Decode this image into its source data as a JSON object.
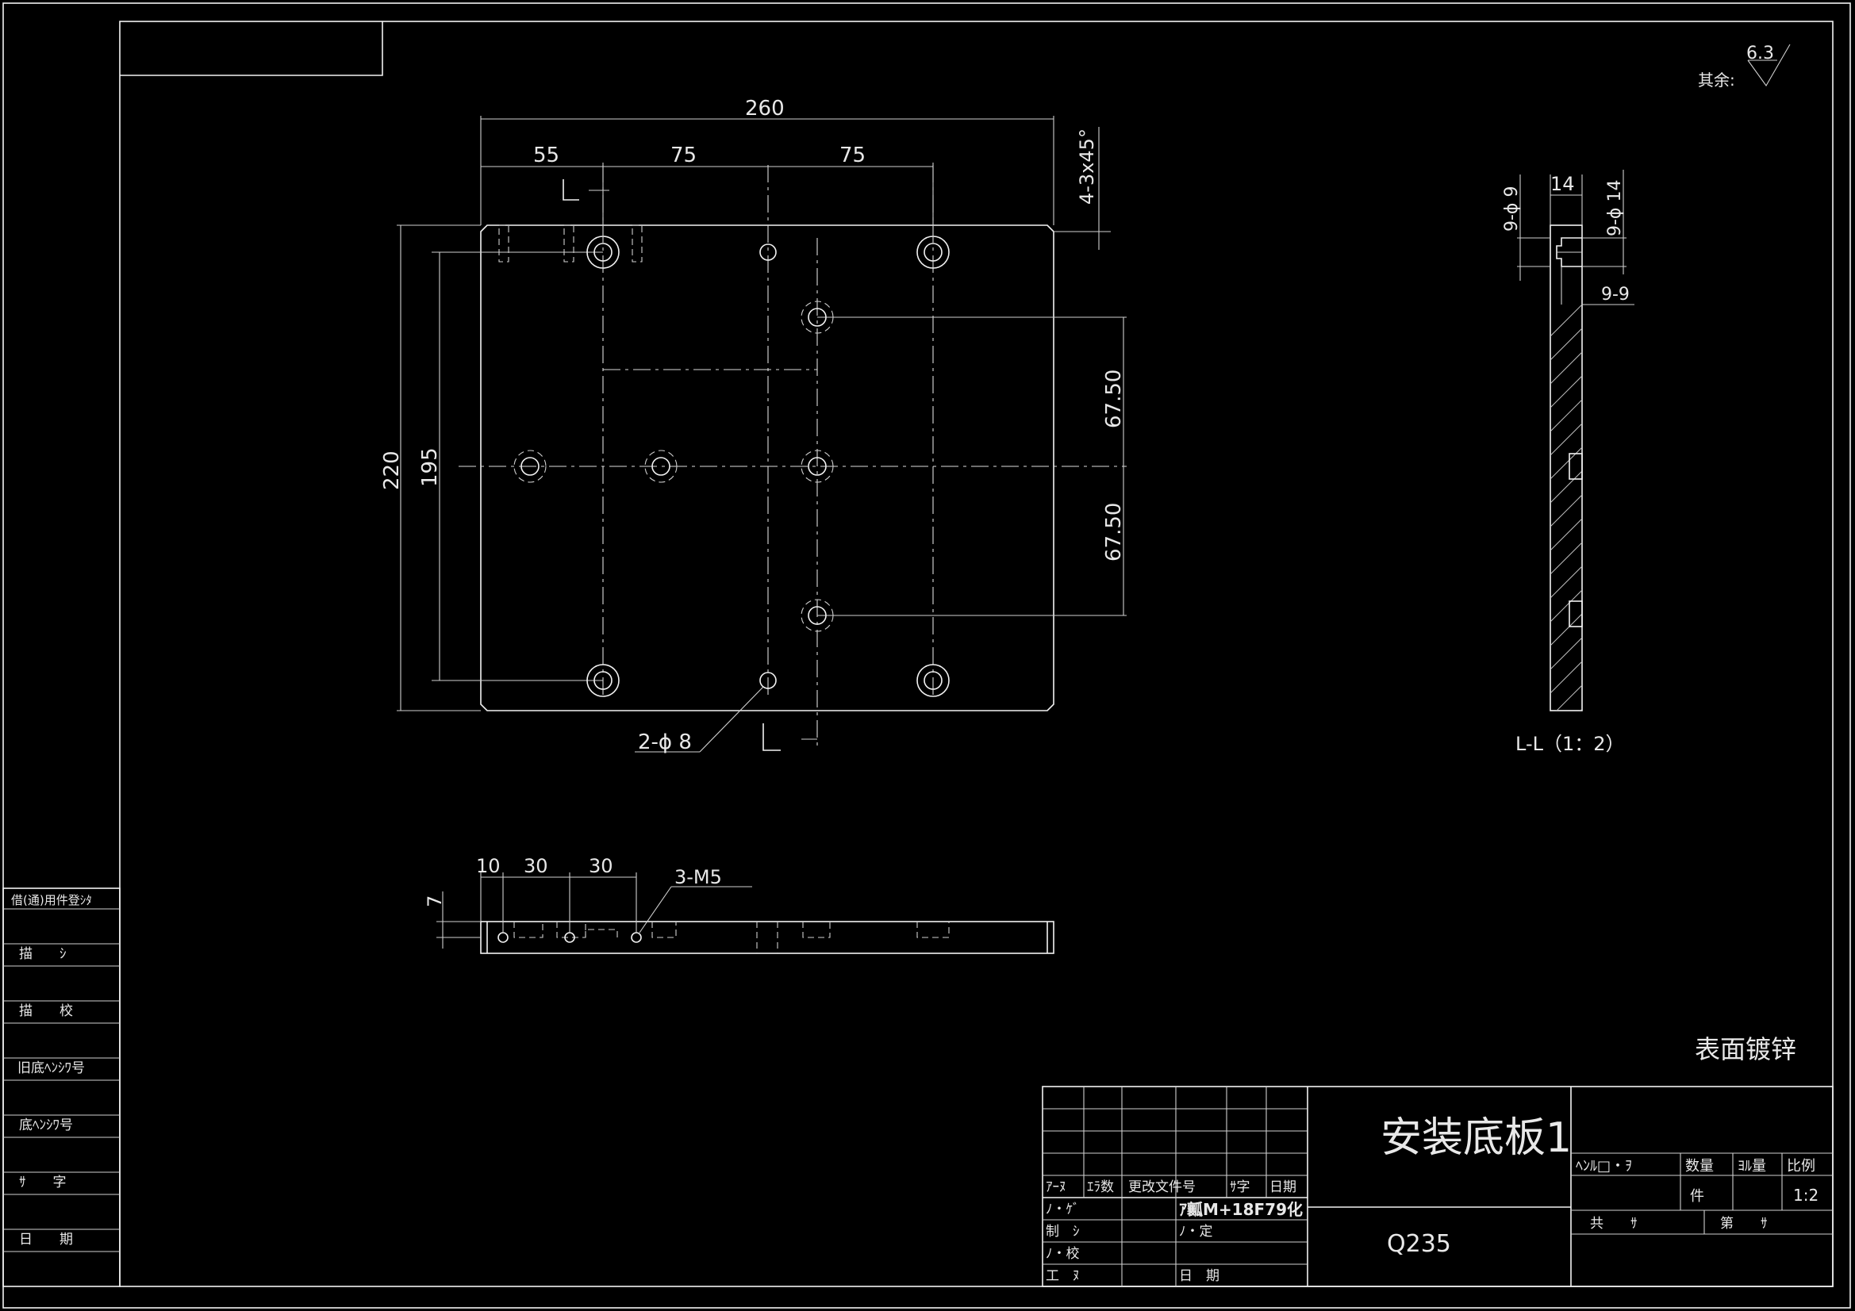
{
  "roughness": {
    "label": "其余:",
    "value": "6.3"
  },
  "plan_view": {
    "dims": {
      "overall_width": "260",
      "seg1": "55",
      "seg2": "75",
      "seg3": "75",
      "chamfer": "4-3x45°",
      "overall_height": "220",
      "hole_span": "195",
      "pitch_top": "67.50",
      "pitch_bottom": "67.50"
    },
    "pin_hole_callout": "2-ϕ 8",
    "section_mark": "L"
  },
  "section_view": {
    "dims": {
      "thickness": "14",
      "hole_a": "9-ϕ 9",
      "hole_b": "9-ϕ 14",
      "depth": "9-9"
    },
    "caption": "L-L（1：2）"
  },
  "front_view": {
    "dims": {
      "d1": "10",
      "d2": "30",
      "d3": "30",
      "d4": "7"
    },
    "thread_callout": "3-M5"
  },
  "surface_note": "表面镀锌",
  "left_strip": {
    "items": [
      "借(通)用件登ｼﾀ",
      "描　　ｼ",
      "描　　校",
      "旧底ﾍﾝｼﾜ号",
      "底ﾍﾝｼﾜ号",
      "ｻ　　字",
      "日　　期"
    ]
  },
  "title_block": {
    "part_name": "安装底板1",
    "material": "Q235",
    "rev_headers": [
      "ｱｰﾇ",
      "ｴﾗ数",
      "更改文件号",
      "ｻ字",
      "日期"
    ],
    "sign_rows": [
      {
        "label": "ﾉ・ｹﾞ",
        "right": "ｱ瓤M+18F79化"
      },
      {
        "label": "制　ｼ",
        "right": "ﾉ・定"
      },
      {
        "label": "ﾉ・校",
        "right": ""
      },
      {
        "label": "工　ﾇ",
        "right": "日　期"
      }
    ],
    "info_headers": [
      "ﾍﾝﾙ□・ｦ",
      "数量",
      "ﾖﾙ量",
      "比例"
    ],
    "unit": "件",
    "scale": "1:2",
    "sheet_total_label": "共　　ｻ",
    "sheet_no_label": "第　　ｻ"
  }
}
